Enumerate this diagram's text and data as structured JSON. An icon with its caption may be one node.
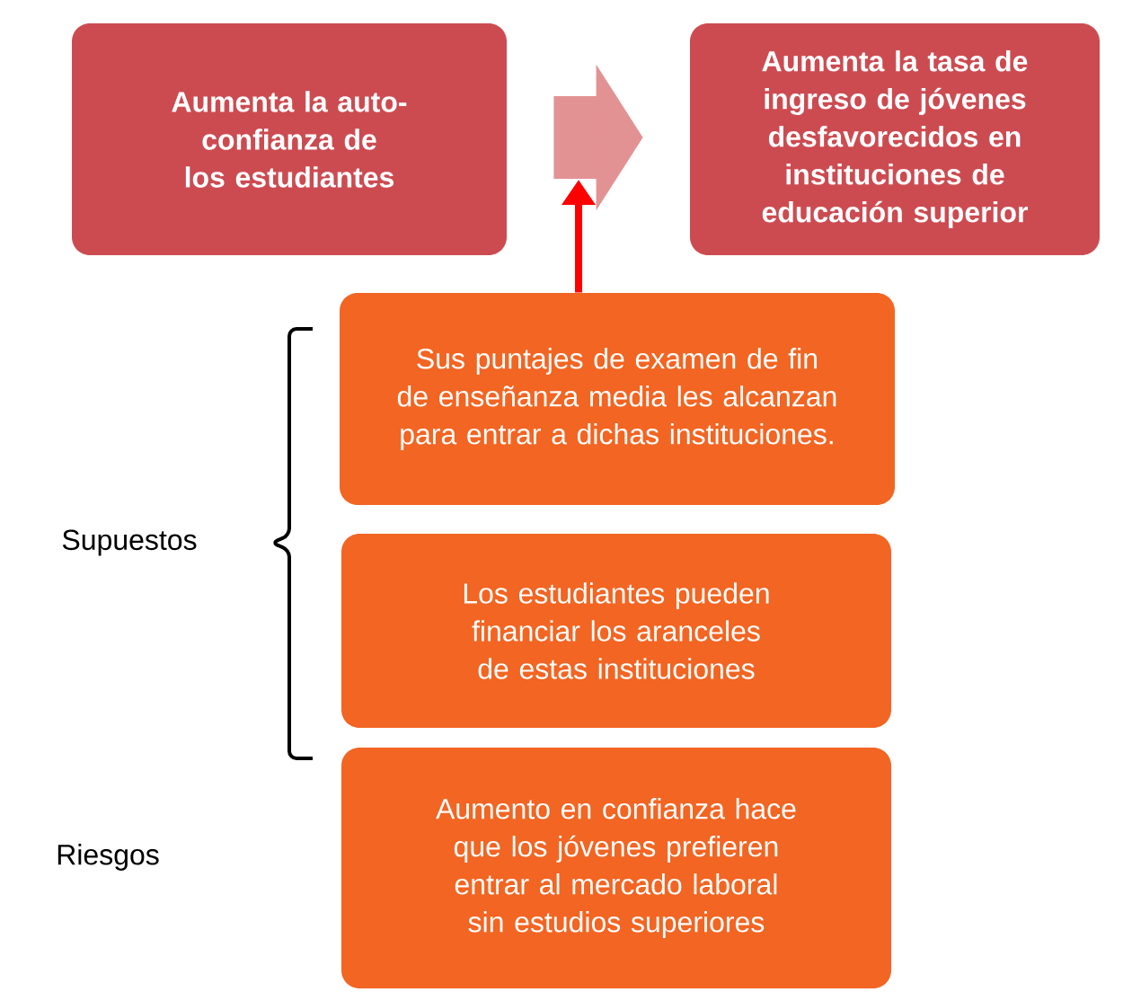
{
  "diagram": {
    "nodes": [
      {
        "text": [
          "Aumenta la auto-confianza de los estudiantes"
        ]
      },
      {
        "text": [
          "Aumenta la tasa de ingreso de jóvenes desfavorecidos en instituciones de educación superior"
        ]
      },
      {
        "text": [
          "Sus puntajes de examen de fin de enseñanza media les alcanzan para entrar a dichas instituciones."
        ]
      },
      {
        "text": [
          "Los estudiantes pueden financiar los aranceles de estas instituciones"
        ]
      },
      {
        "text": [
          "Aumento en confianza hace que los jóvenes prefieren entrar al mercado laboral sin estudios superiores"
        ]
      }
    ],
    "edges": [
      {
        "from": 0,
        "to": 1,
        "arrow": "to",
        "style": "thick",
        "color": "#e39294"
      },
      {
        "from": 2,
        "to": null,
        "arrow": "to",
        "color": "#ff0000"
      }
    ],
    "labels": [
      "Supuestos",
      "Riesgos"
    ]
  }
}
